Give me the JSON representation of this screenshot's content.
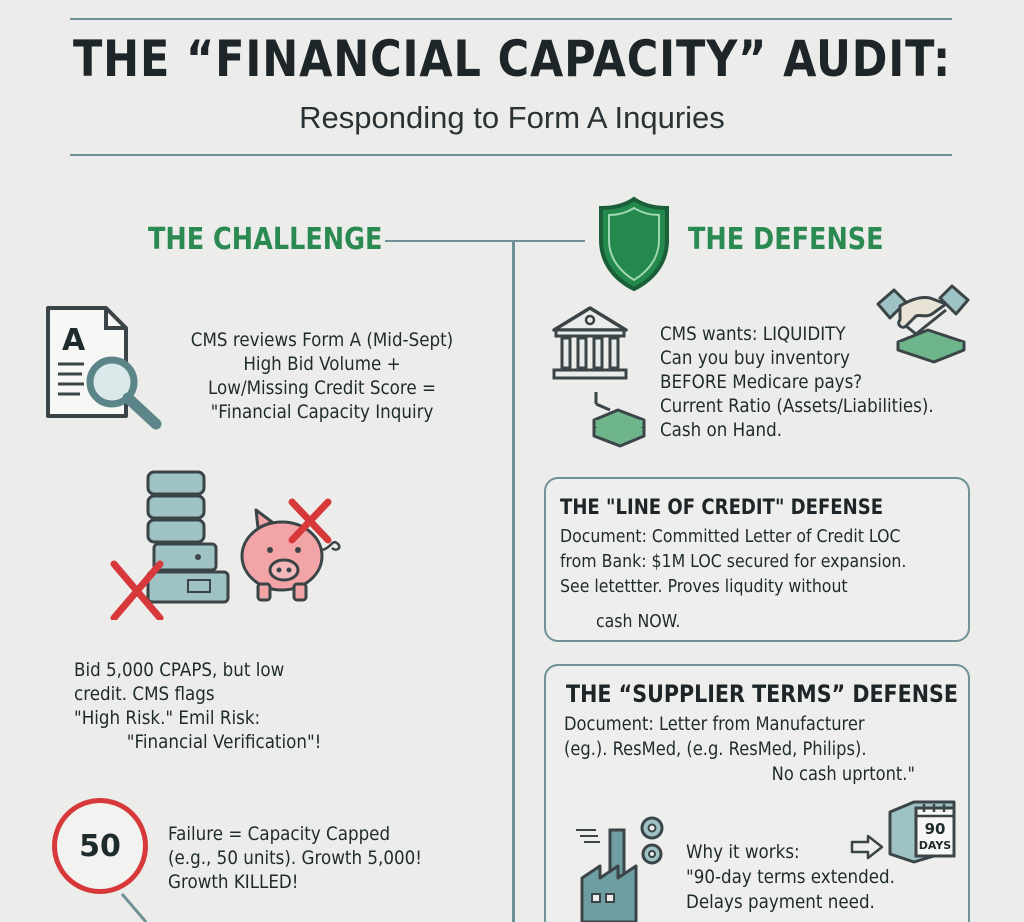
{
  "header": {
    "title": "THE “FINANCIAL CAPACITY” AUDIT:",
    "subtitle": "Responding to Form A Inquries"
  },
  "challenge": {
    "heading": "THE CHALLENGE",
    "form_icon_letter": "A",
    "block1": [
      "CMS reviews Form A (Mid-Sept)",
      "High Bid Volume +",
      "Low/Missing Credit Score =",
      "\"Financial Capacity Inquiry"
    ],
    "block2": [
      "Bid 5,000 CPAPS, but low",
      "credit.      CMS flags",
      "\"High Risk.\" Emil Risk:",
      "\"Financial Verification\"!"
    ],
    "badge_value": "50",
    "block3": [
      "Failure = Capacity Capped",
      "(e.g., 50 units). Growth 5,000!",
      "Growth KILLED!"
    ]
  },
  "defense": {
    "heading": "THE DEFENSE",
    "intro": [
      "CMS wants: LIQUIDITY",
      "Can you buy inventory",
      "BEFORE Medicare pays?",
      "Current Ratio (Assets/Liabilities).",
      "Cash on Hand."
    ],
    "loc_box": {
      "title": "THE \"LINE OF CREDIT\" DEFENSE",
      "lines": [
        "Document: Committed Letter of Credit LOC",
        "from Bank: $1M LOC secured for expansion.",
        "See letettter. Proves liqudity without",
        "cash NOW."
      ]
    },
    "supplier_box": {
      "title": "THE “SUPPLIER TERMS” DEFENSE",
      "lines": [
        "Document: Letter from Manufacturer",
        "(eg.). ResMed, (e.g. ResMed, Philips).",
        "No cash uprtont.\""
      ],
      "why_lines": [
        "Why it works:",
        "\"90-day terms extended.",
        "Delays payment need."
      ],
      "calendar_number": "90",
      "calendar_label": "DAYS"
    }
  },
  "colors": {
    "accent_green": "#2b8a52",
    "rule_teal": "#6f9296",
    "alert_red": "#d7393a",
    "background": "#ecedeb"
  }
}
